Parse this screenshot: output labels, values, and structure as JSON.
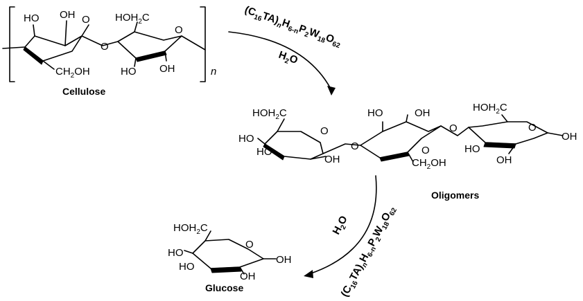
{
  "compounds": {
    "cellulose": "Cellulose",
    "oligomers": "Oligomers",
    "glucose": "Glucose"
  },
  "repeat_subscript": "n",
  "catalyst": {
    "c": "C",
    "c_sub": "16",
    "ta": "TA",
    "n": "n",
    "h": "H",
    "h_sub": "6-n",
    "p": "P",
    "p_sub": "2",
    "w": "W",
    "w_sub": "18",
    "o": "O",
    "o_sub": "62"
  },
  "water": {
    "h": "H",
    "sub": "2",
    "o": "O"
  },
  "atoms": {
    "ho": "HO",
    "oh": "OH",
    "o": "O",
    "hoh2c": "HOH",
    "h2c_sub": "2",
    "h2c_c": "C",
    "ch2oh_c": "CH",
    "ch2oh_sub": "2",
    "ch2oh_oh": "OH"
  }
}
